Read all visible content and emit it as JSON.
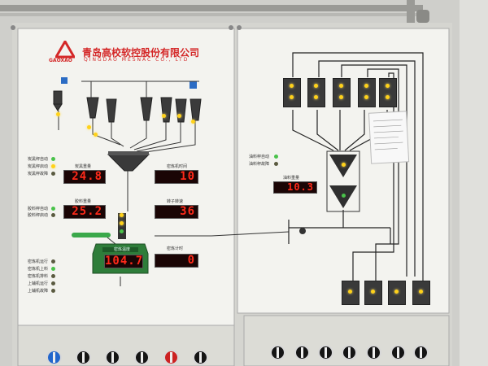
{
  "company": {
    "name_cn": "青岛高校软控股份有限公司",
    "name_en": "QINGDAO MESNAC CO., LTD",
    "logo_text": "GAOXAO"
  },
  "left_panel": {
    "status_labels_top": [
      "炭黑秤自动",
      "炭黑秤启动",
      "炭黑秤故障"
    ],
    "carbon_weight": {
      "label": "炭黑重量",
      "value": "24.8"
    },
    "mixer_time": {
      "label": "密炼机时间",
      "value": "10"
    },
    "batch_weight": {
      "label": "胶料重量",
      "value": "25.2"
    },
    "rotor_speed": {
      "label": "转子转速",
      "value": "36"
    },
    "mixer_temp": {
      "label": "密炼温度",
      "value": "104.7"
    },
    "mixer_timer": {
      "label": "密炼计时",
      "value": "0"
    },
    "status_labels_mid": [
      "胶料秤自动",
      "胶料秤启动"
    ],
    "status_labels_bottom": [
      "密炼机运行",
      "密炼机上料",
      "密炼机排料",
      "上辅机运行",
      "上辅机故障"
    ]
  },
  "right_panel": {
    "status_labels": [
      "油料秤自动",
      "油料秤故障"
    ],
    "oil_weight": {
      "label": "油料重量",
      "value": "10.3"
    }
  },
  "colors": {
    "panel": "#f3f3ef",
    "display_bg": "#1a0505",
    "display_fg": "#ff2a1a",
    "led_on": "#ffd21a",
    "brand_red": "#d42828",
    "mixer_green": "#2e7d3a"
  }
}
